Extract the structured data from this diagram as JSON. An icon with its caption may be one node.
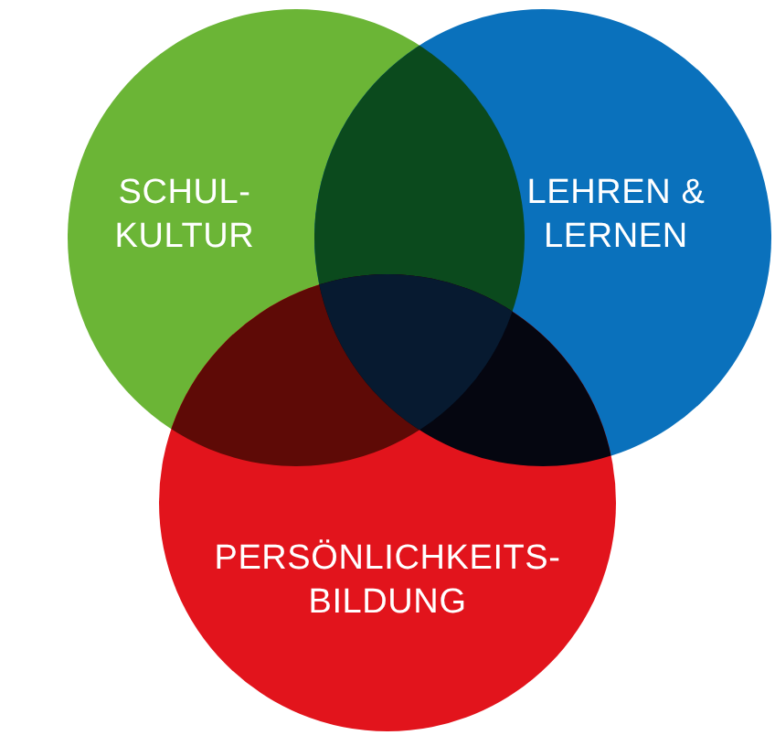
{
  "diagram": {
    "nodes": [
      {
        "text": [
          "SCHUL- KULTUR"
        ]
      },
      {
        "text": [
          "LEHREN & LERNEN"
        ]
      },
      {
        "text": [
          "PERSÖNLICHKEITS- BILDUNG"
        ]
      }
    ]
  }
}
